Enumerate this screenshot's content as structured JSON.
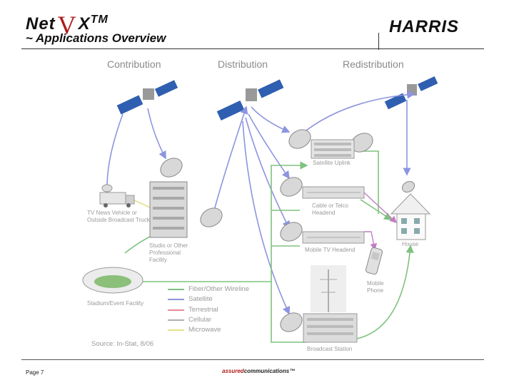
{
  "header": {
    "title_a": "Net",
    "title_v": "V",
    "title_b": "X",
    "title_tm": "TM",
    "subtitle": "~ Applications Overview",
    "logo": "HARRIS"
  },
  "columns": [
    "Contribution",
    "Distribution",
    "Redistribution"
  ],
  "nodes": {
    "truck": "TV News Vehicle or Outside Broadcast Truck",
    "studio": "Studio or Other Professional Facility",
    "stadium": "Stadium/Event Facility",
    "sat_uplink": "Satellite Uplink",
    "cable": "Cable or Telco Headend",
    "mobile_tv": "Mobile TV Headend",
    "mobile_phone": "Mobile Phone",
    "house": "House",
    "broadcast": "Broadcast Station"
  },
  "legend": [
    {
      "label": "Fiber/Other Wireline",
      "color": "#7ec27e"
    },
    {
      "label": "Satellite",
      "color": "#8c95e0"
    },
    {
      "label": "Terrestrial",
      "color": "#e88c9a"
    },
    {
      "label": "Cellular",
      "color": "#b0b0b0"
    },
    {
      "label": "Microwave",
      "color": "#e3e28a"
    }
  ],
  "source": "Source:  In-Stat, 8/06",
  "footer": {
    "page": "Page 7",
    "assured_a": "assured",
    "assured_b": "communications",
    "assured_tm": "™"
  }
}
